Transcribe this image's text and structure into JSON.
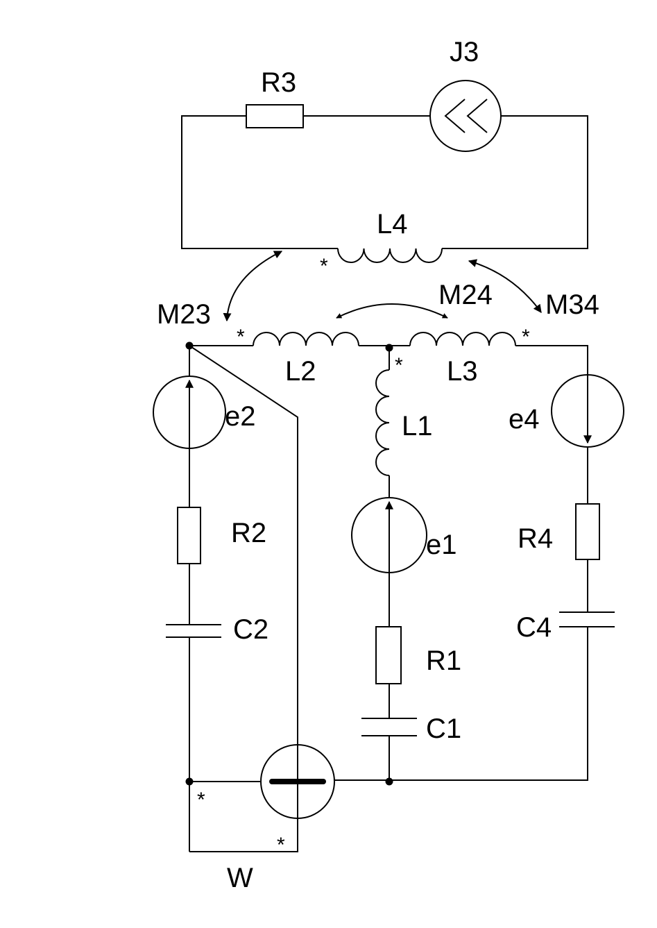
{
  "diagram": {
    "labels": {
      "R3": "R3",
      "J3": "J3",
      "L4": "L4",
      "M23": "M23",
      "M24": "M24",
      "M34": "M34",
      "L2": "L2",
      "L3": "L3",
      "L1": "L1",
      "e2": "e2",
      "e4": "e4",
      "e1": "e1",
      "R2": "R2",
      "R4": "R4",
      "R1": "R1",
      "C2": "C2",
      "C4": "C4",
      "C1": "C1",
      "W": "W"
    },
    "marker": "*"
  }
}
